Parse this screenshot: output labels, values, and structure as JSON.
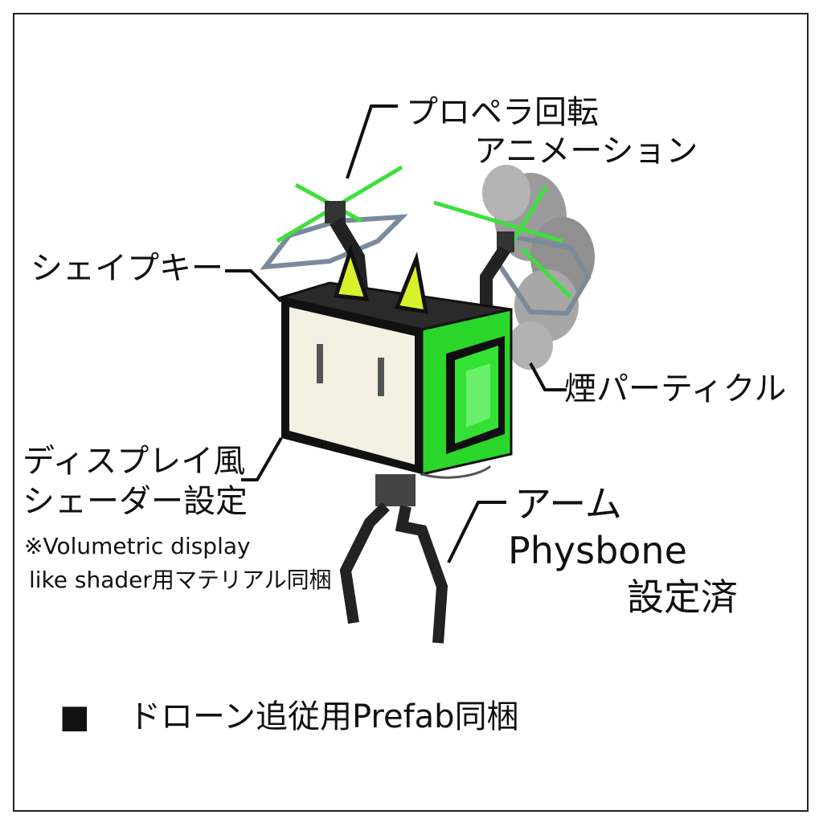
{
  "labels": {
    "propeller_line1": "プロペラ回転",
    "propeller_line2": "アニメーション",
    "shapekey": "シェイプキー",
    "smoke": "煙パーティクル",
    "display_line1": "ディスプレイ風",
    "display_line2": "シェーダー設定",
    "note_line1": "※Volumetric display",
    "note_line2": "like shader用マテリアル同梱",
    "arm_line1": "アーム",
    "arm_line2": "Physbone",
    "arm_line3": "設定済"
  },
  "footer": {
    "bullet": "■",
    "text": "ドローン追従用Prefab同梱"
  },
  "colors": {
    "accent_green": "#2bd62b",
    "cube_dark": "#1a1a1a",
    "screen_face": "#f4f1e2",
    "ear_yellow": "#d7f22a"
  }
}
